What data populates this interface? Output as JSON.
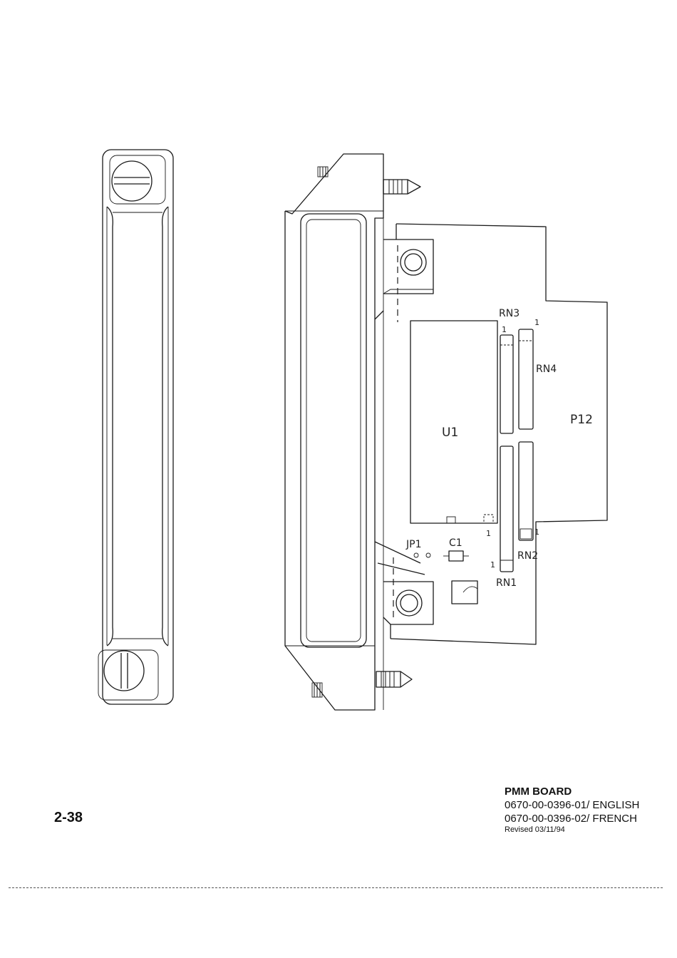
{
  "diagram": {
    "labels": {
      "u1": "U1",
      "rn1": "RN1",
      "rn2": "RN2",
      "rn3": "RN3",
      "rn4": "RN4",
      "p12": "P12",
      "jp1": "JP1",
      "c1": "C1",
      "pin_one": "1"
    }
  },
  "title_block": {
    "title": "PMM BOARD",
    "part_english": "0670-00-0396-01/ ENGLISH",
    "part_french": "0670-00-0396-02/ FRENCH",
    "revised": "Revised 03/11/94"
  },
  "page_number": "2-38"
}
